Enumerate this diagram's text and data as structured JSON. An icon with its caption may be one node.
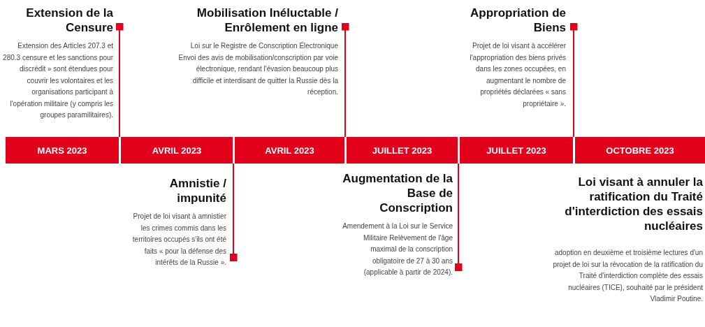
{
  "diagram": {
    "nodes": [
      {
        "text": [
          "MARS 2023"
        ]
      },
      {
        "text": [
          "AVRIL 2023"
        ]
      },
      {
        "text": [
          "AVRIL 2023"
        ]
      },
      {
        "text": [
          "JUILLET 2023"
        ]
      },
      {
        "text": [
          "JUILLET 2023"
        ]
      },
      {
        "text": [
          "OCTOBRE 2023"
        ]
      },
      {
        "text": [
          "Extension de la Censure",
          "Extension des Articles 207.3 et 280.3 censure et les sanctions pour discrédit » sont étendues pour couvrir les volontaires et les organisations participant à l'opération militaire (y compris les groupes paramilitaires)."
        ]
      },
      {
        "text": [
          "Mobilisation Inéluctable / Enrôlement en ligne",
          "Loi sur le Registre de Conscription Électronique Envoi des avis de mobilisation/conscription par voie électronique, rendant l'évasion beaucoup plus difficile et interdisant de quitter la Russie dès la réception."
        ]
      },
      {
        "text": [
          "Appropriation de Biens",
          "Projet de loi visant à accélérer l'appropriation des biens privés dans les zones occupées, en augmentant le nombre de propriétés déclarées « sans propriétaire »."
        ]
      },
      {
        "text": [
          "Amnistie / impunité",
          "Projet de loi visant à amnistier les crimes commis dans les territoires occupés s'ils ont été faits « pour la défense des intérêts de la Russie »."
        ]
      },
      {
        "text": [
          "Augmentation de la Base de Conscription",
          "Amendement à la Loi sur le Service Militaire Relèvement de l'âge maximal de la conscription obligatoire de 27 à 30 ans (applicable à partir de 2024)."
        ]
      },
      {
        "text": [
          "Loi visant à annuler la ratification du Traité d'interdiction des essais nucléaires",
          "adoption en deuxième et troisième lectures d'un projet de loi sur la révocation de la ratification du Traité d'interdiction complète des essais nucléaires (TICE), souhaité par le président Vladimir Poutine."
        ]
      }
    ],
    "edges": [
      {
        "from": 0,
        "to": 6,
        "arrow": "other"
      },
      {
        "from": 2,
        "to": 7,
        "arrow": "other"
      },
      {
        "from": 4,
        "to": 8,
        "arrow": "other"
      },
      {
        "from": 1,
        "to": 9,
        "arrow": "other"
      },
      {
        "from": 3,
        "to": 10,
        "arrow": "other"
      }
    ]
  }
}
